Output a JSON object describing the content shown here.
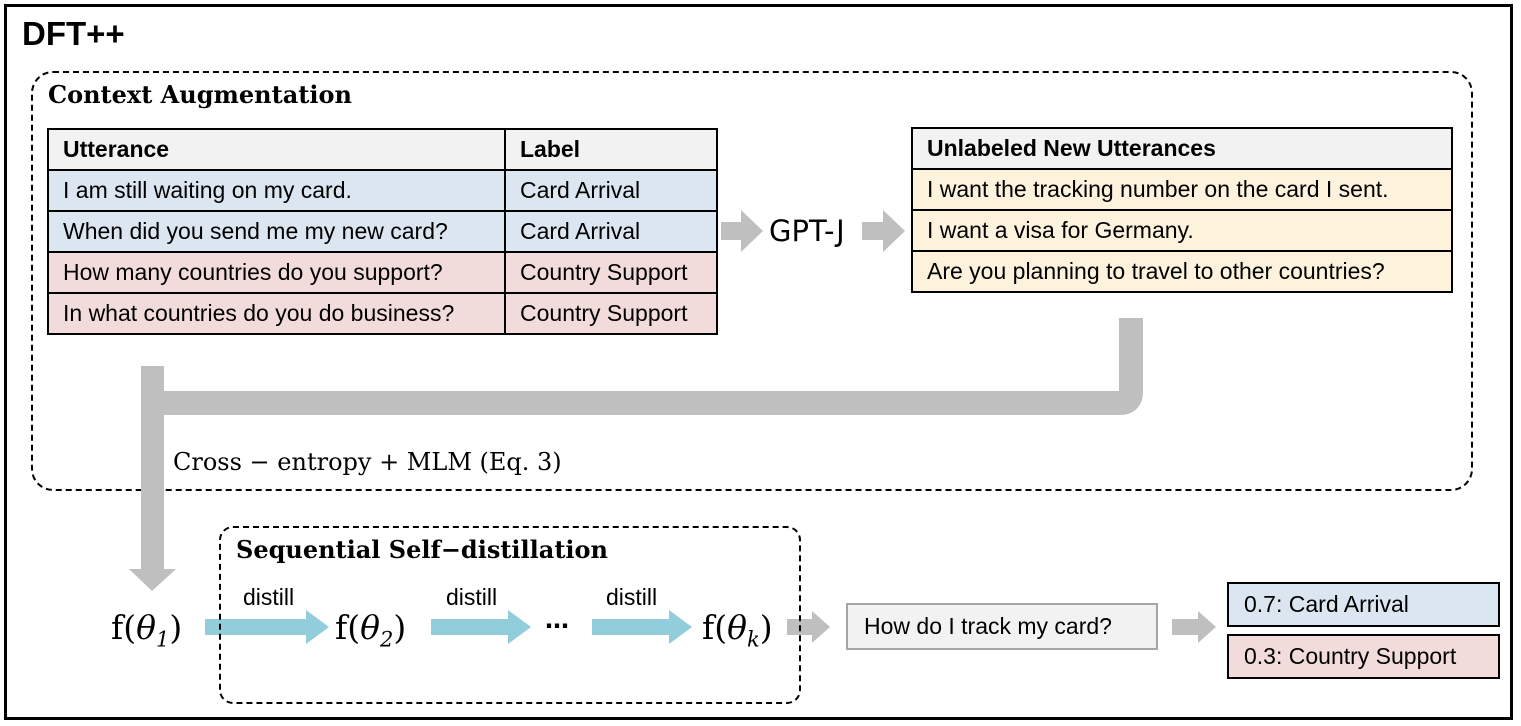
{
  "title": "DFT++",
  "context_augmentation": {
    "title": "Context Augmentation",
    "table": {
      "headers": [
        "Utterance",
        "Label"
      ],
      "rows": [
        {
          "utterance": "I am still waiting on my card.",
          "label": "Card Arrival",
          "color": "#dce6f1"
        },
        {
          "utterance": "When did you send me my new card?",
          "label": "Card Arrival",
          "color": "#dce6f1"
        },
        {
          "utterance": "How many countries do you support?",
          "label": "Country Support",
          "color": "#f2dcdb"
        },
        {
          "utterance": "In what countries do you do business?",
          "label": "Country Support",
          "color": "#f2dcdb"
        }
      ]
    },
    "generator": "GPT-J",
    "new_utterances": {
      "header": "Unlabeled New Utterances",
      "rows": [
        "I want the tracking number on the card I sent.",
        "I want a visa for Germany.",
        "Are you planning to travel to other countries?"
      ],
      "color": "#fdf2dc"
    },
    "loss": "Cross − entropy + MLM (Eq. 3)"
  },
  "distillation": {
    "title": "Sequential Self−distillation",
    "models": [
      {
        "f": "f(",
        "theta": "θ",
        "sub": "1",
        "close": ")"
      },
      {
        "f": "f(",
        "theta": "θ",
        "sub": "2",
        "close": ")"
      },
      {
        "f": "f(",
        "theta": "θ",
        "sub": "k",
        "close": ")"
      }
    ],
    "edge_label": "distill",
    "ellipsis": "…",
    "arrow_color": "#92cddc"
  },
  "inference": {
    "query": "How do I track my card?",
    "predictions": [
      {
        "text": "0.7: Card Arrival",
        "color": "#dce6f1"
      },
      {
        "text": "0.3: Country Support",
        "color": "#f2dcdb"
      }
    ]
  },
  "colors": {
    "flow_arrow": "#bfbfbf",
    "header_fill": "#f2f2f2"
  }
}
